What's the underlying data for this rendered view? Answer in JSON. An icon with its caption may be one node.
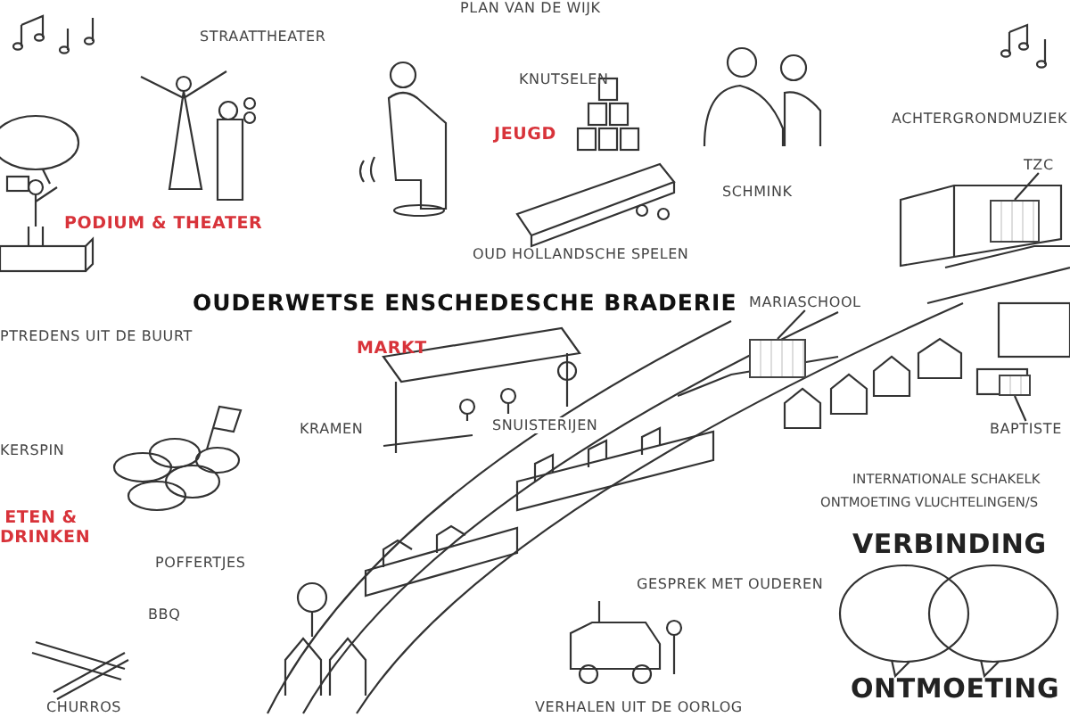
{
  "diagram": {
    "title": "OUDERWETSE ENSCHEDESCHE BRADERIE",
    "nodes": [
      {
        "text": [
          "TZC"
        ]
      },
      {
        "text": [],
        "shape": "picture"
      },
      {
        "text": [
          "MARIASCHOOL"
        ]
      },
      {
        "text": [],
        "shape": "picture"
      },
      {
        "text": [
          "BAPTISTE"
        ]
      },
      {
        "text": [],
        "shape": "picture"
      }
    ],
    "edges": [
      {
        "from": 0,
        "to": 1,
        "arrow": "none"
      },
      {
        "from": 2,
        "to": 3,
        "arrow": "none"
      },
      {
        "from": 4,
        "to": 5,
        "arrow": "none"
      }
    ],
    "labels": [
      "PLAN VAN DE WIJK",
      "STRAATTHEATER",
      "KNUTSELEN",
      "JEUGD",
      "SCHMINK",
      "ACHTERGRONDMUZIEK",
      "PODIUM & THEATER",
      "OUD HOLLANDSCHE SPELEN",
      "PTREDENS UIT DE BUURT",
      "MARKT",
      "KRAMEN",
      "SNUISTERIJEN",
      "KERSPIN",
      "INTERNATIONALE SCHAKELK",
      "ONTMOETING VLUCHTELINGEN/S",
      "ETEN & DRINKEN",
      "POFFERTJES",
      "VERBINDING",
      "GESPREK MET OUDEREN",
      "BBQ",
      "ONTMOETING",
      "CHURROS",
      "VERHALEN UIT DE OORLOG"
    ]
  }
}
